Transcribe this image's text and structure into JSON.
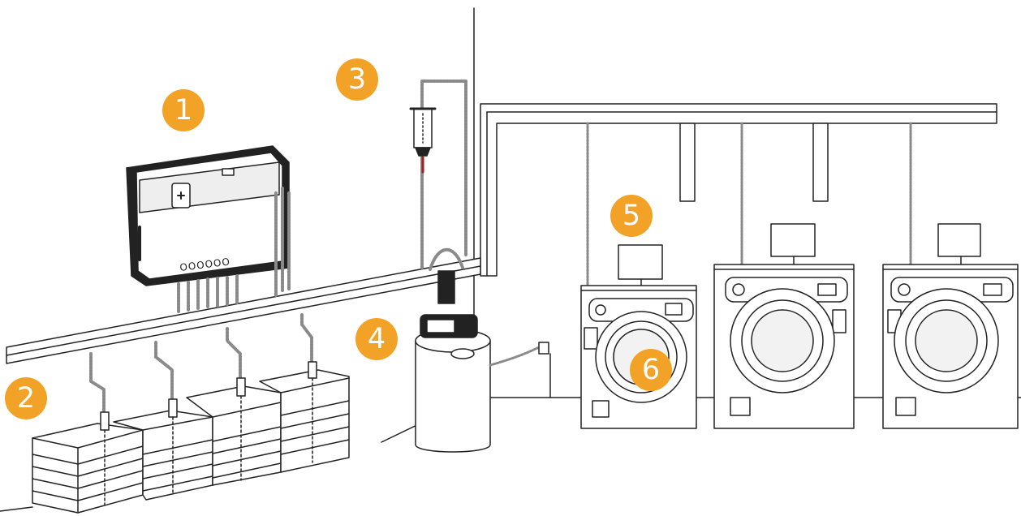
{
  "colors": {
    "badge": "#f2a327",
    "line": "#222222",
    "fill": "#ffffff",
    "shade": "#eeeeee",
    "tube": "#8a8a8a"
  },
  "badges": [
    {
      "label": "1",
      "name": "dosing-controller"
    },
    {
      "label": "2",
      "name": "chemical-containers"
    },
    {
      "label": "3",
      "name": "flow-meter"
    },
    {
      "label": "4",
      "name": "water-pump-tank"
    },
    {
      "label": "5",
      "name": "interface-boxes"
    },
    {
      "label": "6",
      "name": "washing-machines"
    }
  ],
  "controller": {
    "panel_label": "OOOOOO"
  }
}
